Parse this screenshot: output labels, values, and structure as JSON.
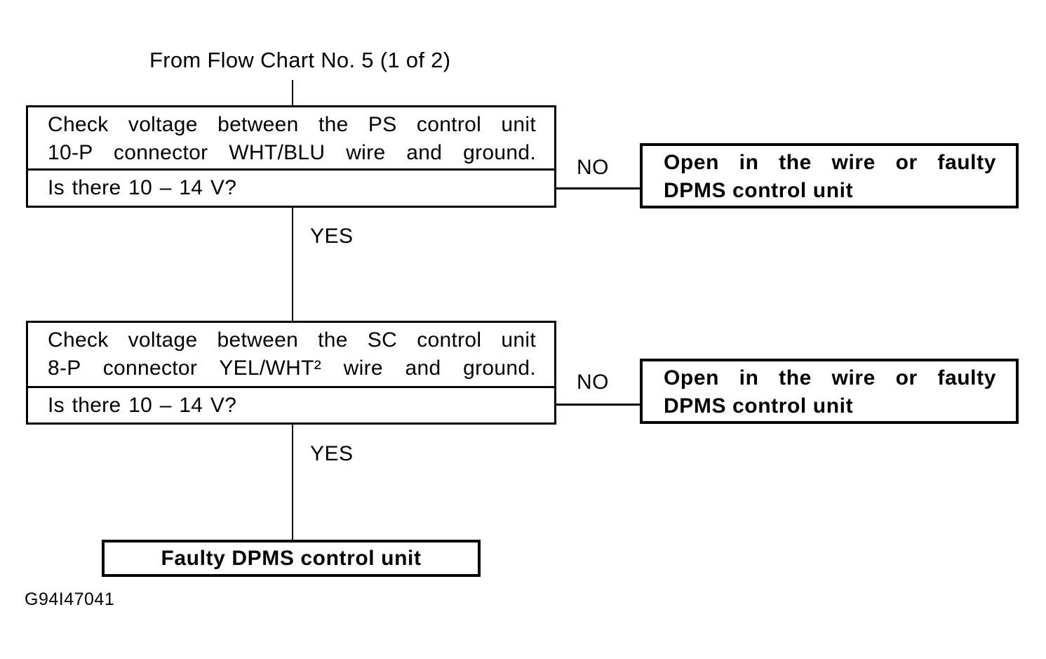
{
  "title": "From Flow Chart No. 5 (1 of 2)",
  "figure_id": "G94I47041",
  "colors": {
    "ink": "#000000",
    "paper": "#ffffff"
  },
  "steps": {
    "step1": {
      "instruction_lines": [
        "Check voltage between the PS control unit",
        "10-P connector WHT/BLU wire and ground."
      ],
      "question": "Is there 10 – 14 V?",
      "no_label": "NO",
      "yes_label": "YES",
      "no_result_lines": [
        "Open in the wire or faulty",
        "DPMS control unit"
      ]
    },
    "step2": {
      "instruction_lines": [
        "Check voltage between the SC control unit",
        "8-P connector YEL/WHT² wire and ground."
      ],
      "question": "Is there 10 – 14 V?",
      "no_label": "NO",
      "yes_label": "YES",
      "no_result_lines": [
        "Open in the wire or faulty",
        "DPMS control unit"
      ]
    },
    "final": {
      "result": "Faulty DPMS control unit"
    }
  }
}
